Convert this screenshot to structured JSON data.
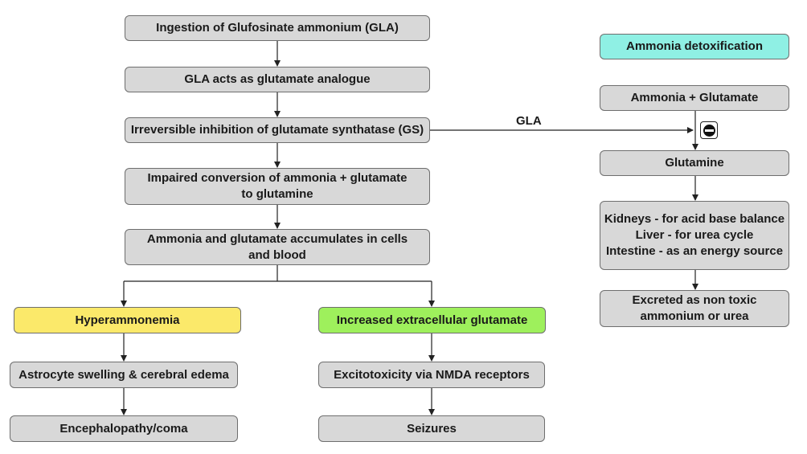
{
  "main_flow": {
    "ingestion": "Ingestion of Glufosinate ammonium (GLA)",
    "analogue": "GLA acts as glutamate analogue",
    "inhibition": "Irreversible inhibition of glutamate synthatase (GS)",
    "impaired": "Impaired conversion of ammonia + glutamate to glutamine",
    "accumulates": "Ammonia and glutamate accumulates in cells and blood"
  },
  "left_branch": {
    "header": "Hyperammonemia",
    "step1": "Astrocyte swelling & cerebral edema",
    "step2": "Encephalopathy/coma"
  },
  "right_branch": {
    "header": "Increased extracellular glutamate",
    "step1": "Excitotoxicity via NMDA receptors",
    "step2": "Seizures"
  },
  "detox": {
    "title": "Ammonia detoxification",
    "step1": "Ammonia + Glutamate",
    "step2": "Glutamine",
    "uses": "Kidneys - for acid base balance\nLiver - for urea cycle\nIntestine - as an energy source",
    "excreted": "Excreted as non toxic ammonium or urea"
  },
  "edge_label_gla": "GLA",
  "colors": {
    "box_fill": "#d8d8d8",
    "hyperammonemia": "#fbe96a",
    "glutamate": "#9ef05c",
    "detox_title": "#8ff0e4"
  },
  "icons": {
    "inhibitor": "no-entry-icon"
  }
}
